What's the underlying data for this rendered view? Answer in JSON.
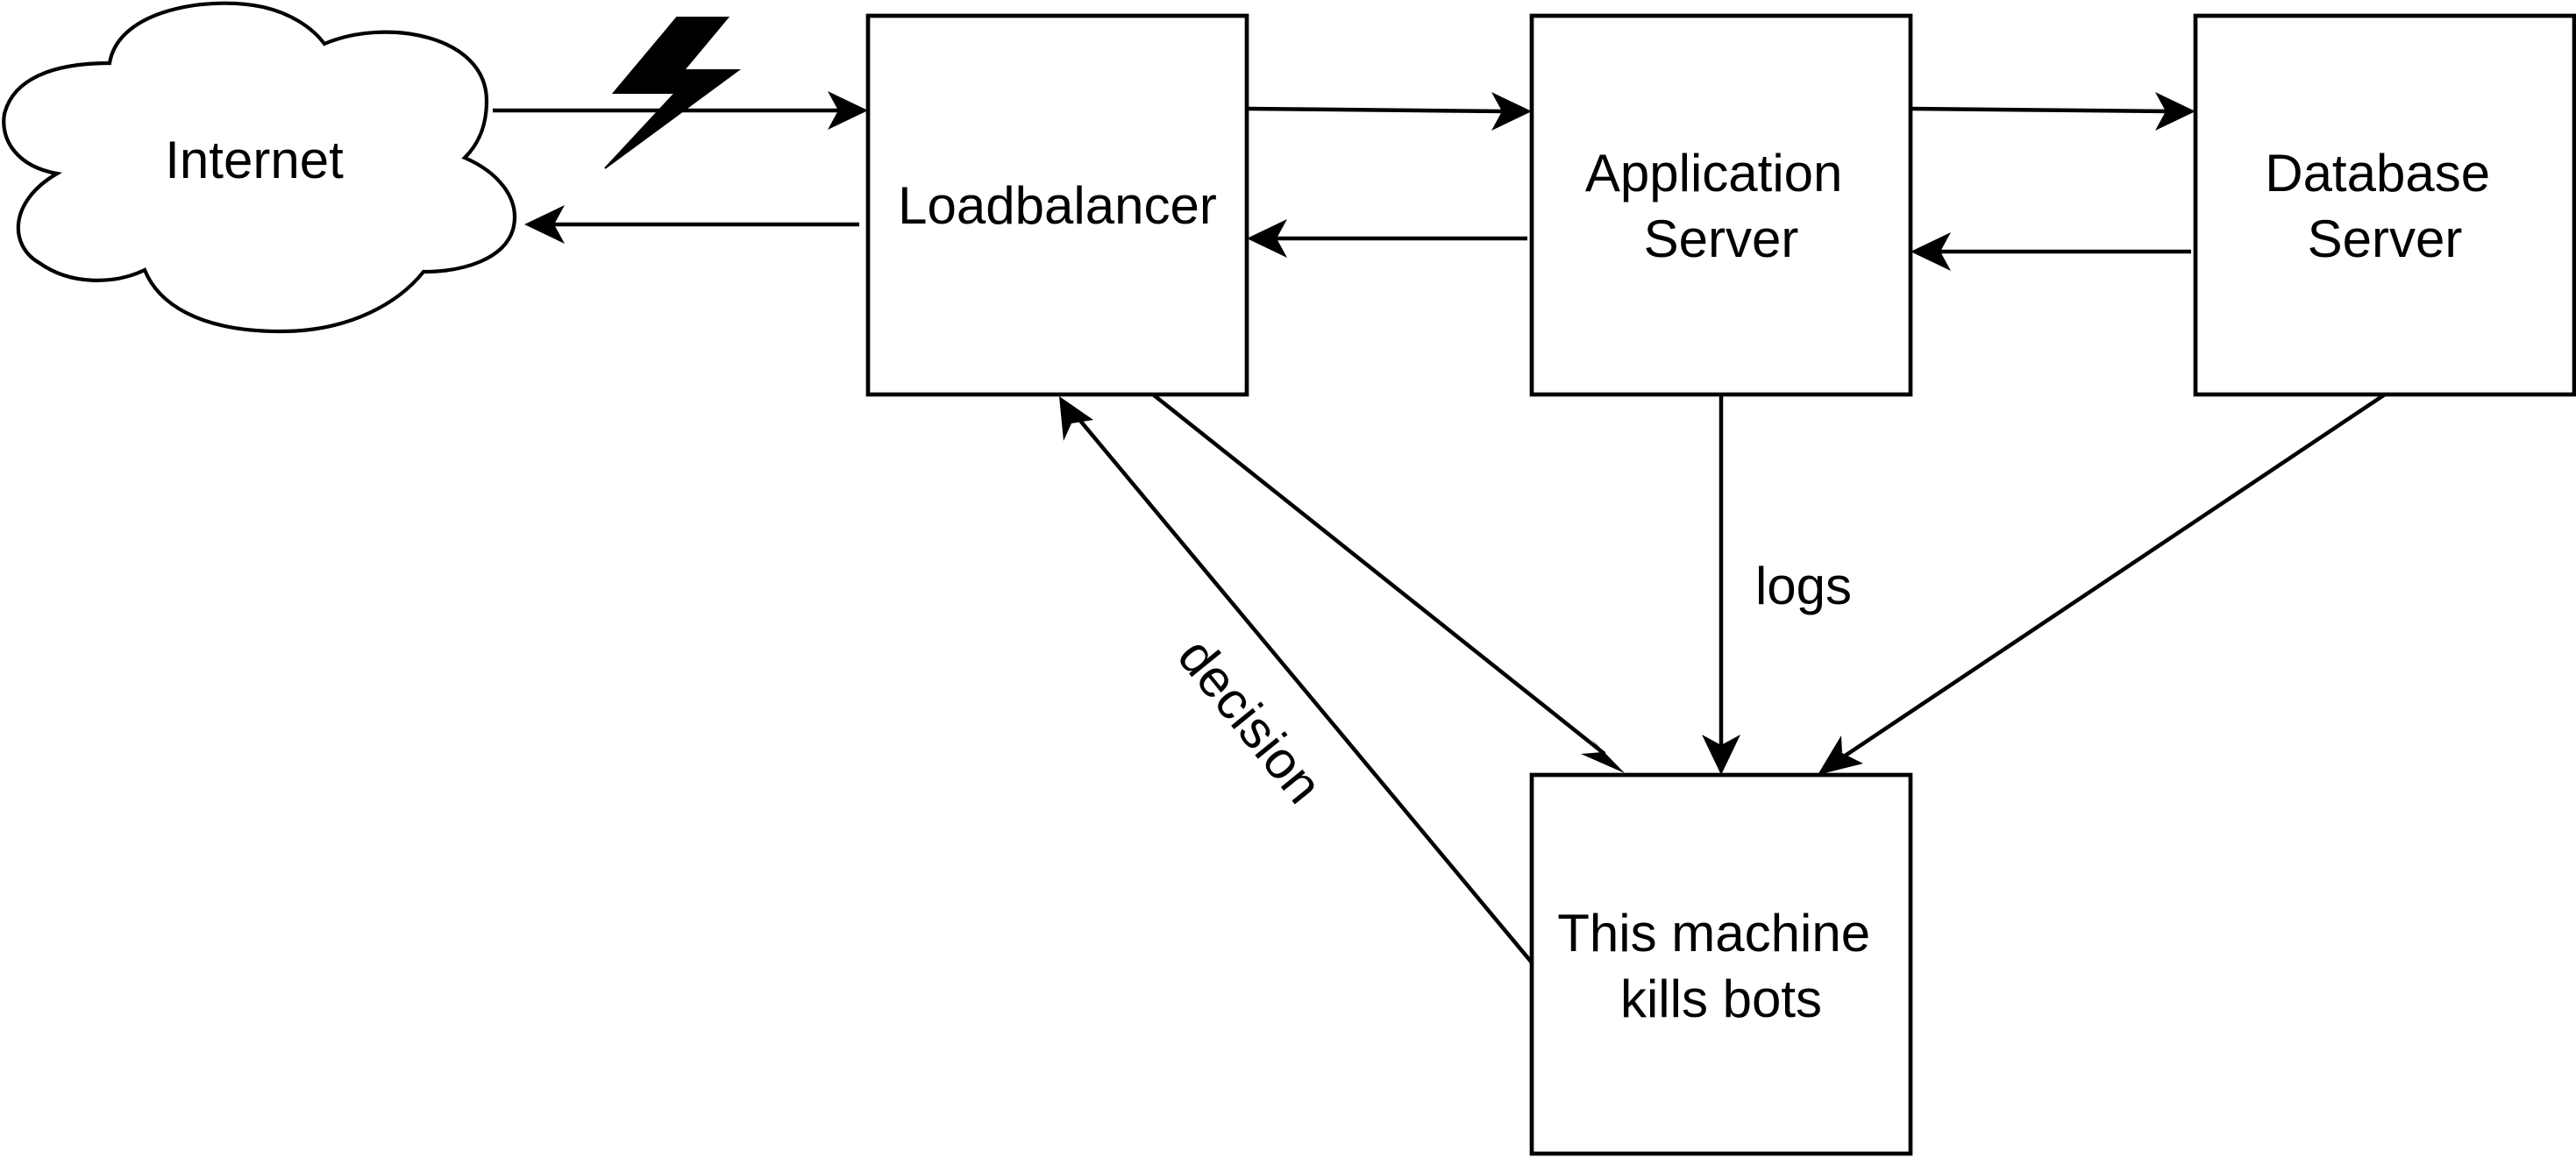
{
  "nodes": {
    "internet": {
      "label": "Internet"
    },
    "loadbalancer": {
      "label": "Loadbalancer"
    },
    "app_server": {
      "lines": [
        "Application",
        "Server"
      ]
    },
    "db_server": {
      "lines": [
        "Database",
        "Server"
      ]
    },
    "bot_killer": {
      "lines": [
        "This machine",
        "kills bots"
      ]
    }
  },
  "edge_labels": {
    "logs": "logs",
    "decision": "decision"
  },
  "colors": {
    "stroke": "#000000",
    "background": "#ffffff"
  },
  "icons": {
    "internet": "cloud-icon",
    "attack": "lightning-bolt-icon"
  }
}
